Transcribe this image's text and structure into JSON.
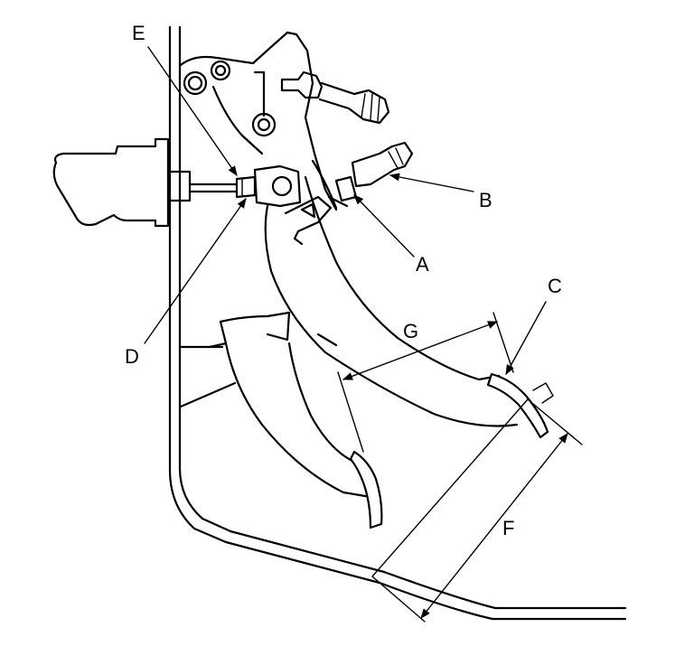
{
  "labels": {
    "a": "A",
    "b": "B",
    "c": "C",
    "d": "D",
    "e": "E",
    "f": "F",
    "g": "G"
  },
  "colors": {
    "line": "#000000",
    "background": "#ffffff"
  }
}
